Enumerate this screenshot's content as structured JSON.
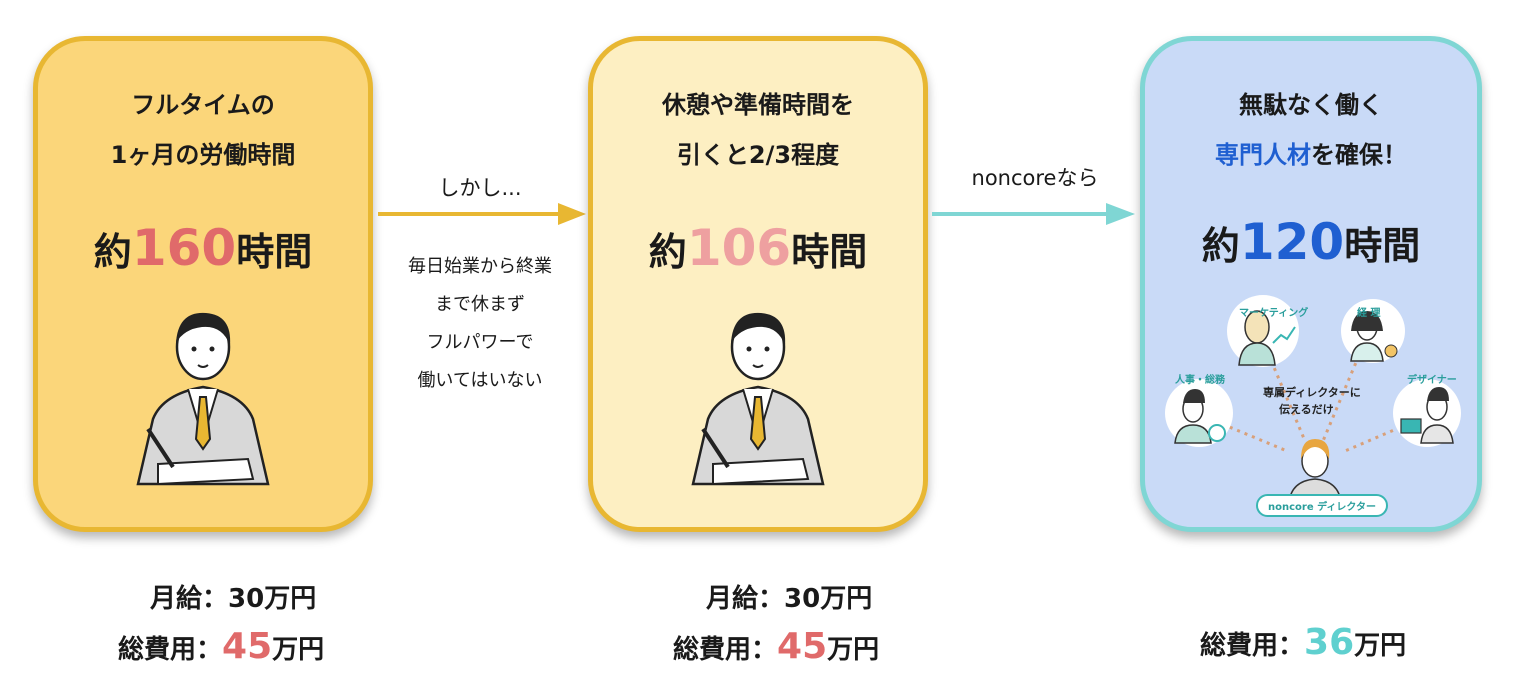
{
  "cards": [
    {
      "line1": "フルタイムの",
      "line2": "1ヶ月の労働時間",
      "prefix": "約",
      "number": "160",
      "suffix": "時間",
      "number_color": "#e06a6a"
    },
    {
      "line1": "休憩や準備時間を",
      "line2": "引くと2/3程度",
      "prefix": "約",
      "number": "106",
      "suffix": "時間",
      "number_color": "#eea0a0"
    },
    {
      "line1": "無駄なく働く",
      "line2_highlight": "専門人材",
      "line2_rest": "を確保！",
      "prefix": "約",
      "number": "120",
      "suffix": "時間",
      "number_color": "#1f5fd1"
    }
  ],
  "arrows": [
    {
      "label": "しかし...",
      "note_lines": [
        "毎日始業から終業",
        "まで休まず",
        "フルパワーで",
        "働いてはいない"
      ],
      "color": "#e8b732"
    },
    {
      "label": "noncoreなら",
      "color": "#7fd6d4"
    }
  ],
  "team": {
    "marketing": "マーケティング",
    "accounting": "経 理",
    "hr": "人事・総務",
    "designer": "デザイナー",
    "center_line1": "専属ディレクターに",
    "center_line2": "伝えるだけ",
    "director": "noncore ディレクター"
  },
  "costs": [
    {
      "salary_label": "月給：",
      "salary_value": "30",
      "salary_unit": "万円",
      "total_label": "総費用：",
      "total_value": "45",
      "total_unit": "万円",
      "color": "#e06a6a"
    },
    {
      "salary_label": "月給：",
      "salary_value": "30",
      "salary_unit": "万円",
      "total_label": "総費用：",
      "total_value": "45",
      "total_unit": "万円",
      "color": "#e06a6a"
    },
    {
      "total_label": "総費用：",
      "total_value": "36",
      "total_unit": "万円",
      "color": "#5fd0cf"
    }
  ],
  "icons": {
    "worker": "businessman-writing-icon",
    "marketing": "marketing-woman-icon",
    "accounting": "accountant-icon",
    "hr": "hr-person-icon",
    "designer": "designer-icon",
    "director": "director-woman-icon"
  }
}
